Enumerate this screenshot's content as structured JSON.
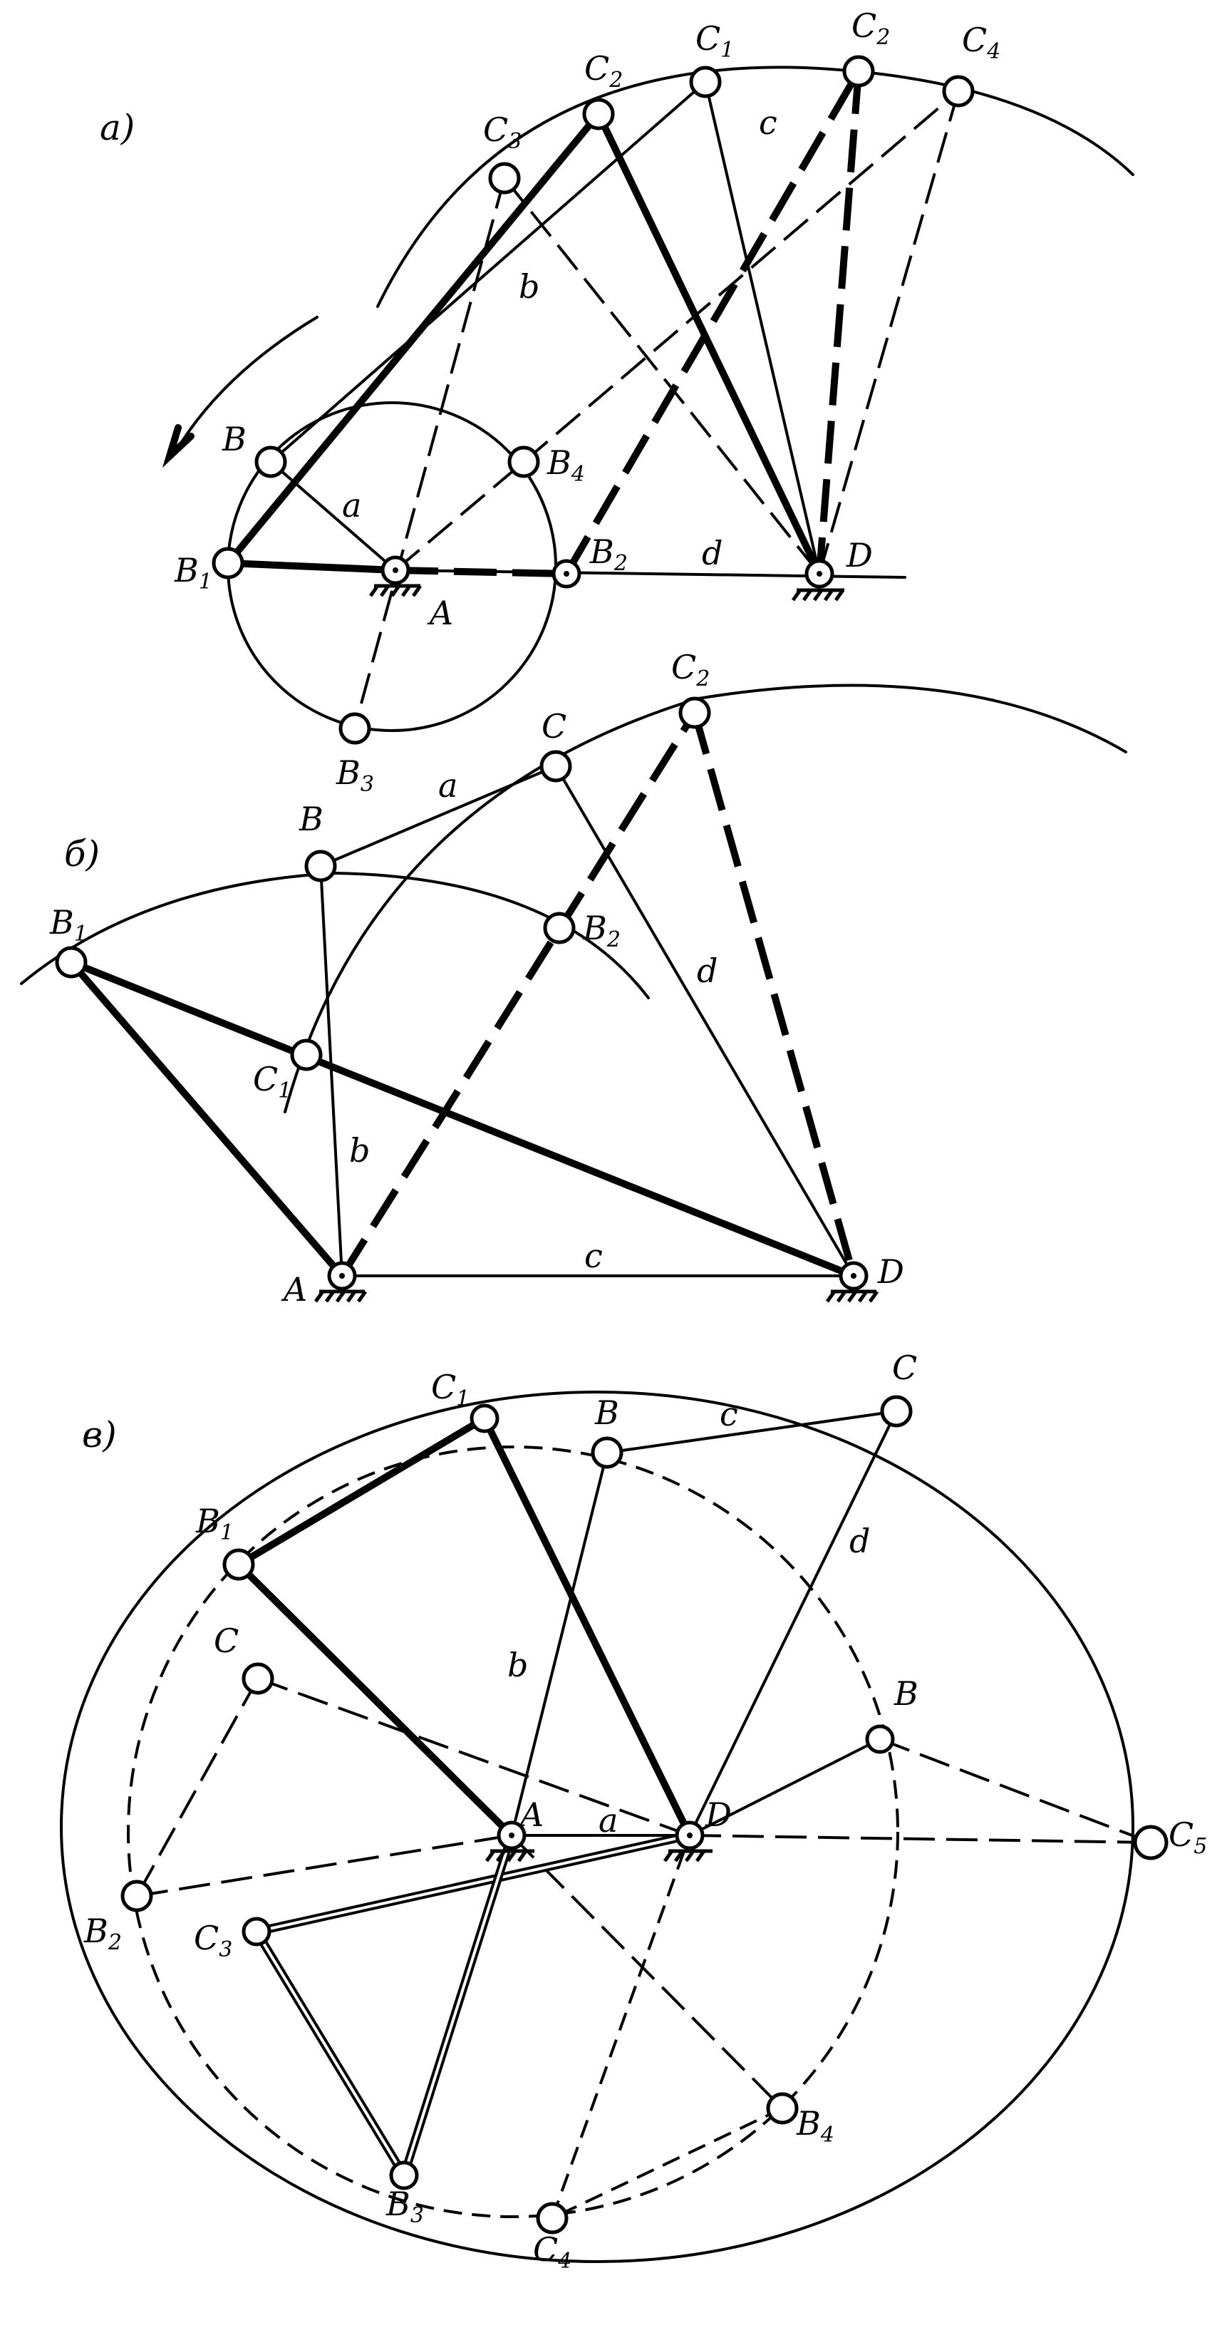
{
  "panels": {
    "a": {
      "tag": "а)",
      "labels": {
        "A": "A",
        "B": "B",
        "B1": "B",
        "B1_sub": "1",
        "B2": "B",
        "B2_sub": "2",
        "B3": "B",
        "B3_sub": "3",
        "B4": "B",
        "B4_sub": "4",
        "C1": "C",
        "C1_sub": "1",
        "C2a": "C",
        "C2a_sub": "2",
        "C2b": "C",
        "C2b_sub": "2",
        "C3": "C",
        "C3_sub": "3",
        "C4": "C",
        "C4_sub": "4",
        "D": "D",
        "link_a": "a",
        "link_b": "b",
        "link_c": "c",
        "link_d": "d"
      }
    },
    "b": {
      "tag": "б)",
      "labels": {
        "A": "A",
        "B": "B",
        "B1": "B",
        "B1_sub": "1",
        "B2": "B",
        "B2_sub": "2",
        "C": "C",
        "C1": "C",
        "C1_sub": "1",
        "C2": "C",
        "C2_sub": "2",
        "D": "D",
        "link_a": "a",
        "link_b": "b",
        "link_c": "c",
        "link_d": "d"
      }
    },
    "c": {
      "tag": "в)",
      "labels": {
        "A": "A",
        "B_top": "B",
        "B_right": "B",
        "B1": "B",
        "B1_sub": "1",
        "B2": "B",
        "B2_sub": "2",
        "B3": "B",
        "B3_sub": "3",
        "B4": "B",
        "B4_sub": "4",
        "C_top": "C",
        "C_left": "C",
        "C1": "C",
        "C1_sub": "1",
        "C3": "C",
        "C3_sub": "3",
        "C4": "C",
        "C4_sub": "4",
        "C5": "C",
        "C5_sub": "5",
        "D": "D",
        "link_a": "a",
        "link_b": "b",
        "link_c": "c",
        "link_d": "d"
      }
    }
  },
  "colors": {
    "ink": "#000000",
    "paper": "#ffffff"
  }
}
